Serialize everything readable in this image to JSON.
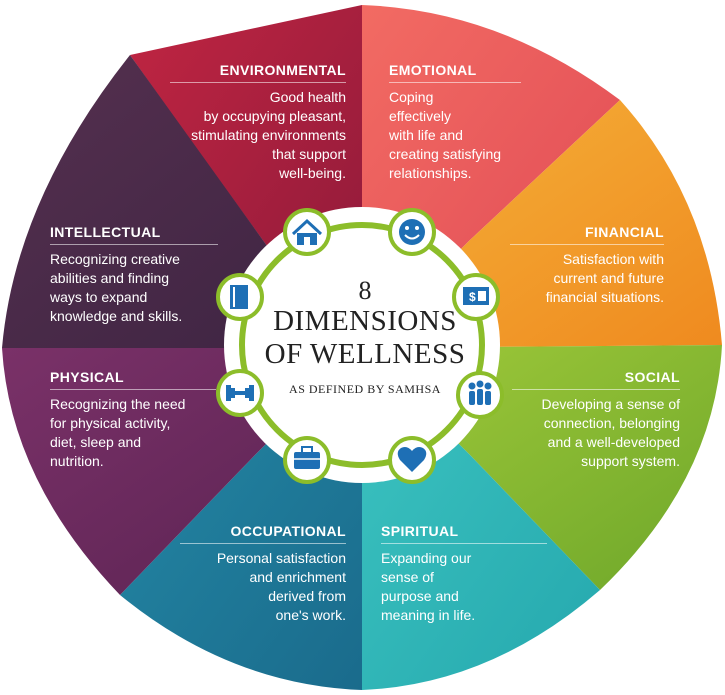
{
  "center": {
    "number": "8",
    "line1": "DIMENSIONS",
    "line2": "OF WELLNESS",
    "subtitle": "AS DEFINED BY SAMHSA"
  },
  "dimensions": [
    {
      "title": "ENVIRONMENTAL",
      "desc_lines": [
        "Good health",
        "by occupying pleasant,",
        "stimulating environments",
        "that support",
        "well-being."
      ],
      "color": "#b8203f",
      "icon": "house-icon"
    },
    {
      "title": "EMOTIONAL",
      "desc_lines": [
        "Coping",
        "effectively",
        "with life and",
        "creating satisfying",
        "relationships."
      ],
      "color": "#ef5a5a",
      "icon": "smiley-icon"
    },
    {
      "title": "FINANCIAL",
      "desc_lines": [
        "Satisfaction with",
        "current and future",
        "financial situations."
      ],
      "color": "#f4a32a",
      "icon": "money-icon"
    },
    {
      "title": "SOCIAL",
      "desc_lines": [
        "Developing a sense of",
        "connection, belonging",
        "and a well-developed",
        "support system."
      ],
      "color": "#8cbd2a",
      "icon": "people-icon"
    },
    {
      "title": "SPIRITUAL",
      "desc_lines": [
        "Expanding our",
        "sense of",
        "purpose and",
        "meaning in life."
      ],
      "color": "#2fb7b8",
      "icon": "heart-icon"
    },
    {
      "title": "OCCUPATIONAL",
      "desc_lines": [
        "Personal satisfaction",
        "and enrichment",
        "derived from",
        "one's work."
      ],
      "color": "#1c7e9c",
      "icon": "briefcase-icon"
    },
    {
      "title": "PHYSICAL",
      "desc_lines": [
        "Recognizing the need",
        "for physical activity,",
        "diet, sleep and",
        "nutrition."
      ],
      "color": "#6b2a5e",
      "icon": "dumbbell-icon"
    },
    {
      "title": "INTELLECTUAL",
      "desc_lines": [
        "Recognizing creative",
        "abilities and finding",
        "ways to expand",
        "knowledge and skills."
      ],
      "color": "#4a2a4c",
      "icon": "book-icon"
    }
  ],
  "colors": {
    "hub_ring": "#8cbd2a",
    "icon_blue": "#1e6fb5",
    "hub_fill": "#ffffff"
  }
}
